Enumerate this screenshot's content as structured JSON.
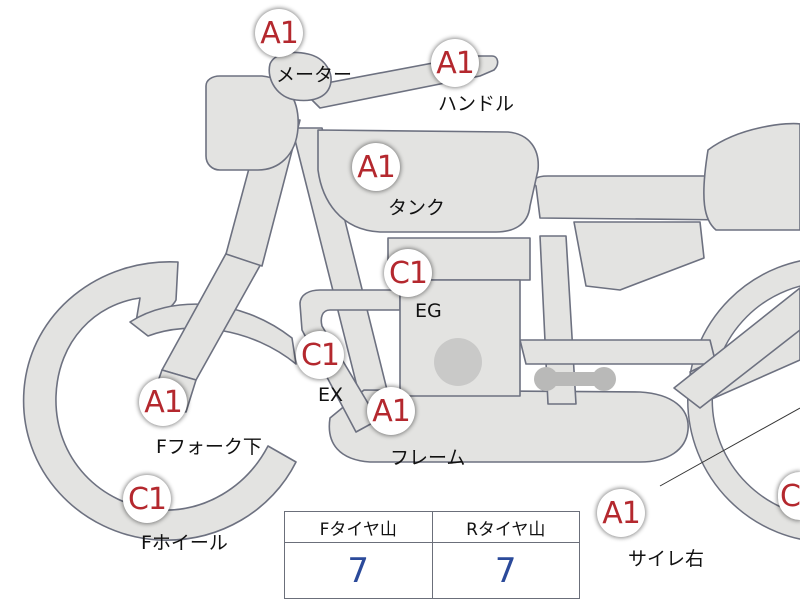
{
  "badges": {
    "meter": "A1",
    "handle": "A1",
    "tank": "A1",
    "engine": "C1",
    "exhaust": "C1",
    "frame": "A1",
    "front_fork": "A1",
    "front_wheel": "C1",
    "right_sidelight": "A1",
    "rear_edge": "C"
  },
  "labels": {
    "meter": "メーター",
    "handle": "ハンドル",
    "tank": "タンク",
    "engine": "EG",
    "exhaust": "EX",
    "frame": "フレーム",
    "front_fork": "Fフォーク下",
    "front_wheel": "Fホイール",
    "right_sidelight": "サイレ右"
  },
  "tire_table": {
    "headers": [
      "Fタイヤ山",
      "Rタイヤ山"
    ],
    "values": [
      "7",
      "7"
    ]
  },
  "colors": {
    "body_fill": "#e3e3e1",
    "body_stroke": "#6d7180",
    "grade_text": "#b4282e",
    "value_text": "#2b4a9a"
  }
}
